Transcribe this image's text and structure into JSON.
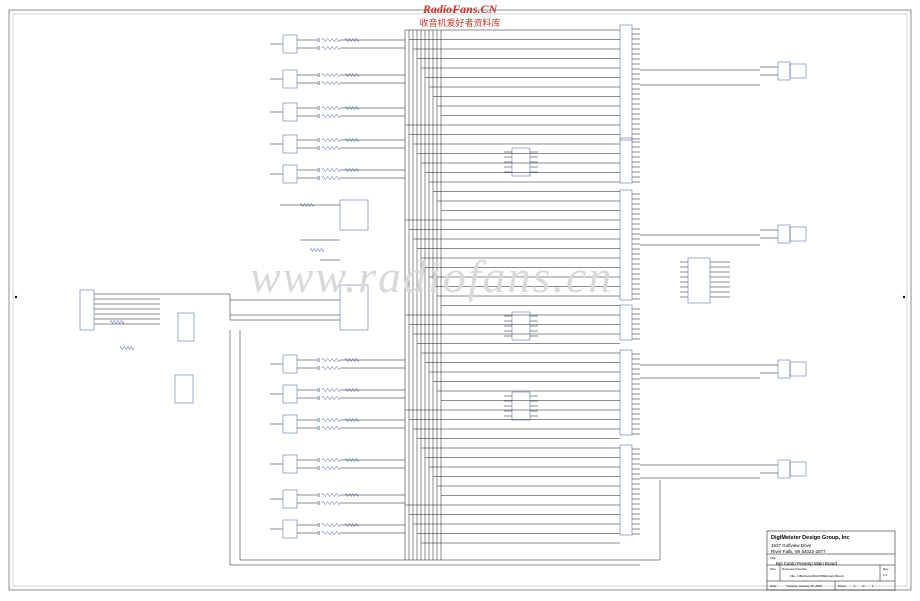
{
  "watermark": {
    "brand": "RadioFans.CN",
    "subtitle": "收音机爱好者资料库",
    "background": "www.radiofans.cn",
    "color": "#c0392b"
  },
  "title_block": {
    "company": "DigiMeister Design Group, Inc",
    "address_line1": "1637 Golfview Drive",
    "address_line2": "River Falls, WI  54022-2577",
    "title_label": "Title",
    "title": "Bel Canto Preamp Main Board",
    "size_label": "Size",
    "document_number_label": "Document Number",
    "document_number": "File: c:\\BelCanto\\DAC\\PREAmain Board",
    "rev_label": "Rev",
    "rev": "1.0",
    "date_label": "Date:",
    "date": "Tuesday, January 15, 2002",
    "sheet_label": "Sheet",
    "sheet": "1",
    "of_label": "of",
    "sheets_total": "1"
  },
  "colors": {
    "line": "#000000",
    "component": "#2b4a9a"
  }
}
